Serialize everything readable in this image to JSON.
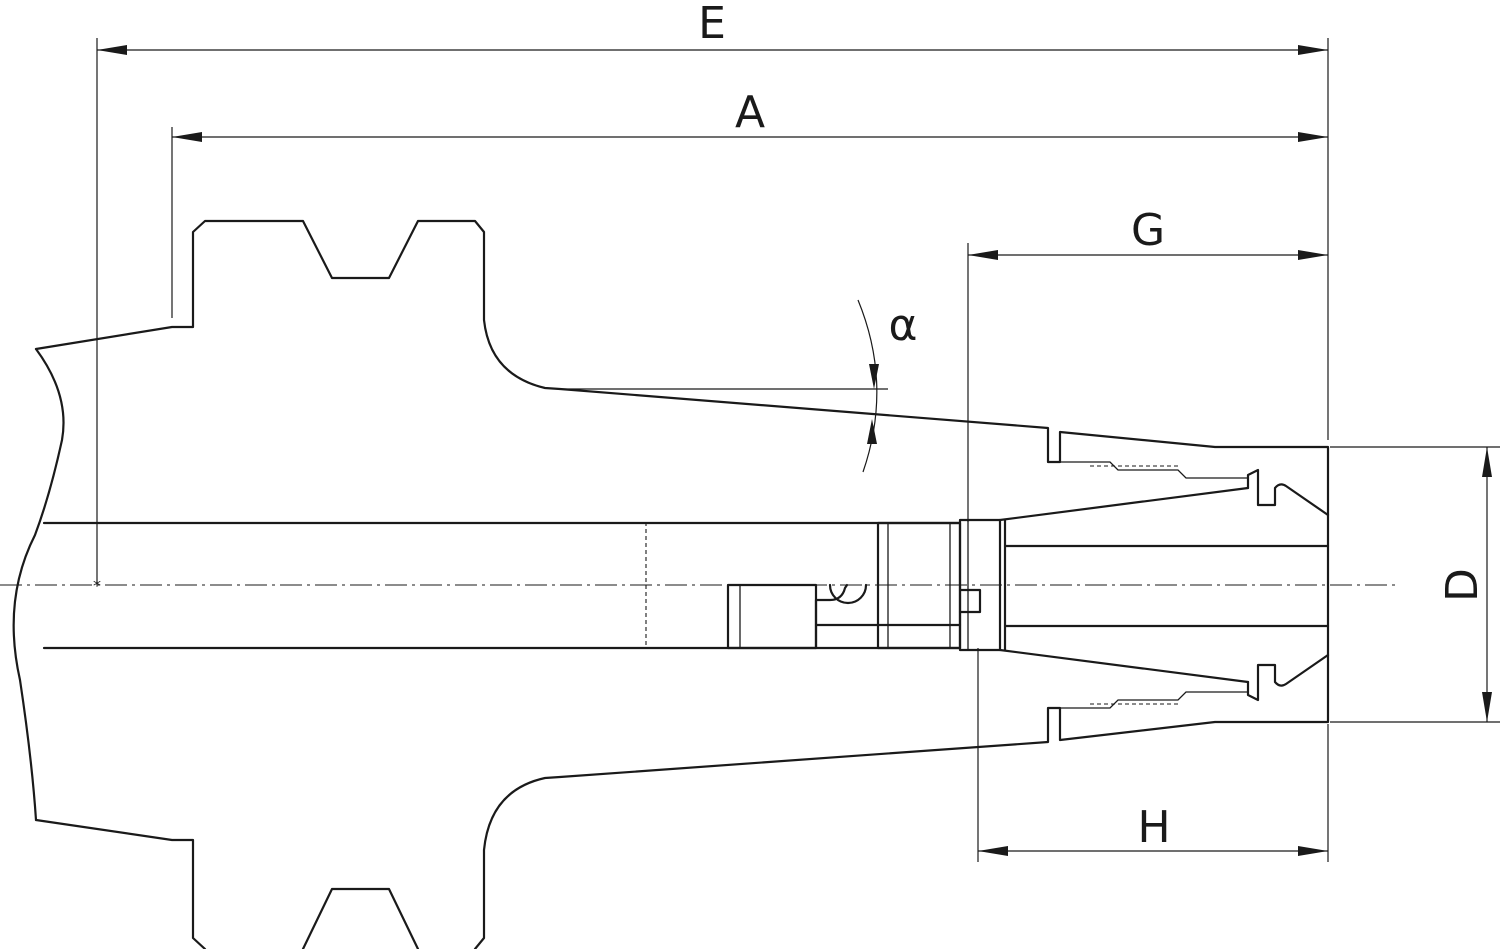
{
  "dimensions": {
    "E": "E",
    "A": "A",
    "G": "G",
    "D": "D",
    "H": "H",
    "angle": "α"
  }
}
